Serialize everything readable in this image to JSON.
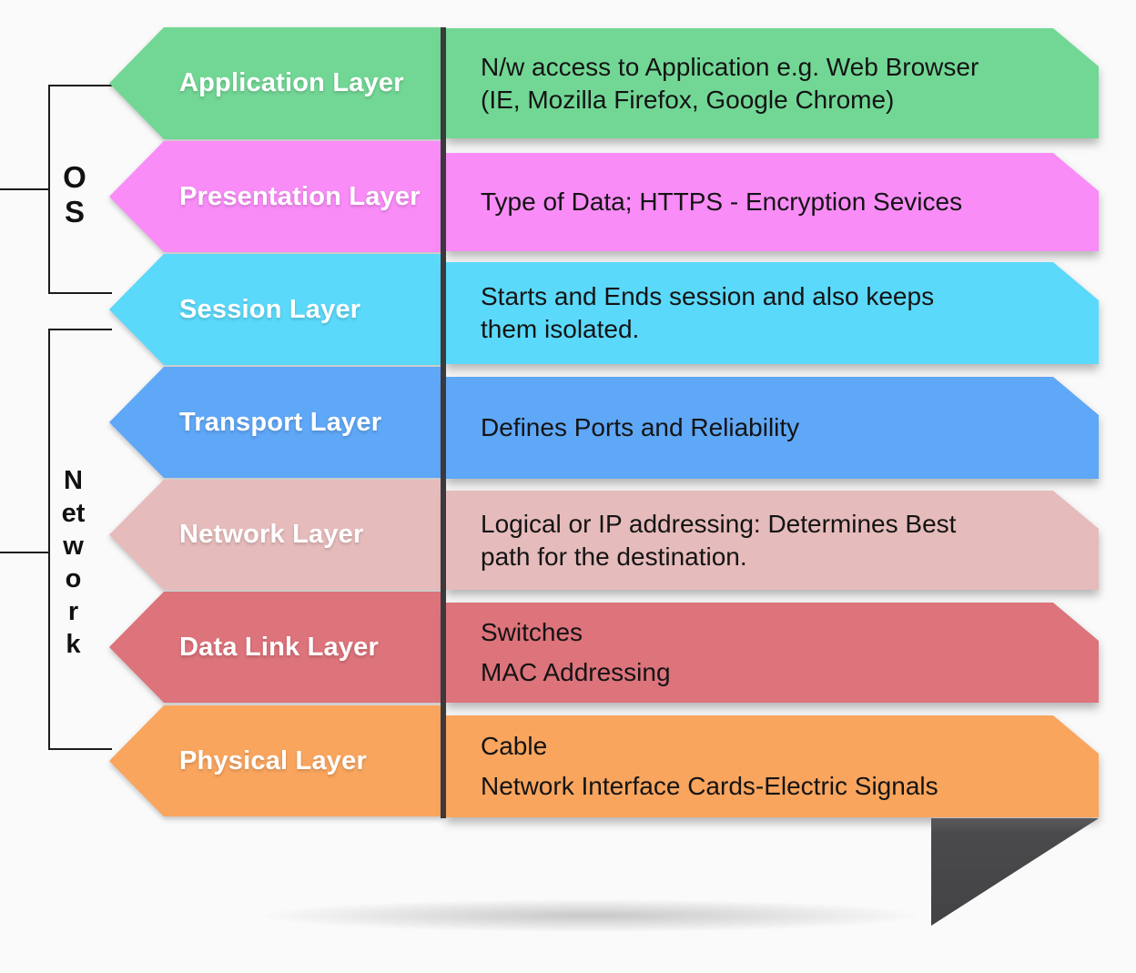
{
  "background": "#fafafa",
  "groups": [
    {
      "label": "OS"
    },
    {
      "label": "Network"
    }
  ],
  "layers": [
    {
      "name": "Application Layer",
      "color": "#72d795",
      "description": [
        "N/w access to Application e.g. Web Browser",
        "(IE, Mozilla Firefox, Google Chrome)"
      ]
    },
    {
      "name": "Presentation Layer",
      "color": "#f98cf7",
      "description": [
        "Type of Data; HTTPS - Encryption Sevices"
      ]
    },
    {
      "name": "Session Layer",
      "color": "#5bd9fa",
      "description": [
        "Starts and Ends session and also keeps",
        "them isolated."
      ]
    },
    {
      "name": "Transport Layer",
      "color": "#5fa7f7",
      "description": [
        "Defines Ports and Reliability"
      ]
    },
    {
      "name": "Network Layer",
      "color": "#e6bbbb",
      "description": [
        "Logical or IP addressing: Determines Best",
        "path for the destination."
      ]
    },
    {
      "name": "Data Link Layer",
      "color": "#dd737b",
      "description": [
        "Switches",
        "MAC Addressing"
      ]
    },
    {
      "name": "Physical Layer",
      "color": "#f9a55e",
      "description": [
        "Cable",
        "Network Interface Cards-Electric Signals"
      ]
    }
  ],
  "accents": {
    "divider": "#3b393c",
    "fold": "#4a4a4c",
    "bracket_line": "#1b1b1b",
    "label_text": "#ffffff",
    "description_text": "#141414"
  }
}
